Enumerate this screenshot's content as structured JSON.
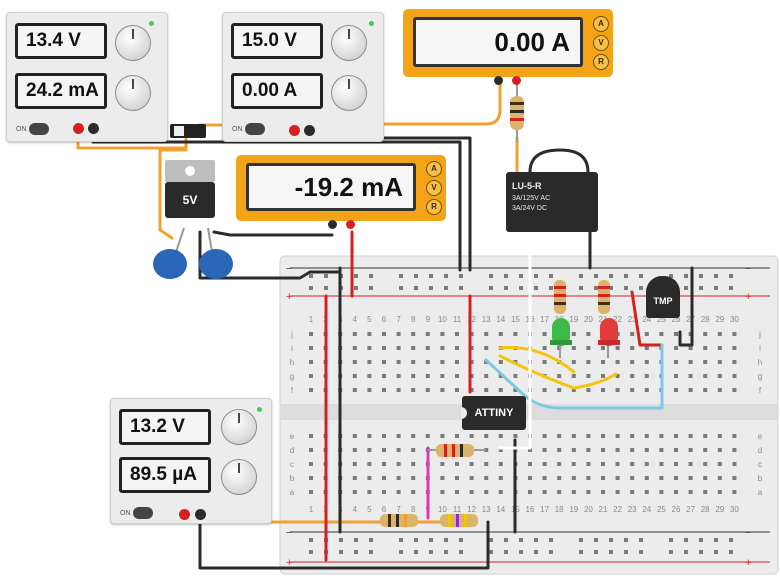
{
  "supply_top_left": {
    "voltage": "13.4 V",
    "current": "24.2 mA",
    "on_label": "ON"
  },
  "supply_top_mid": {
    "voltage": "15.0 V",
    "current": "0.00 A",
    "on_label": "ON"
  },
  "supply_bottom": {
    "voltage": "13.2 V",
    "current": "89.5 µA",
    "on_label": "ON"
  },
  "meter_top": {
    "reading": "0.00 A",
    "modes": [
      "A",
      "V",
      "R"
    ]
  },
  "meter_mid": {
    "reading": "-19.2 mA",
    "modes": [
      "A",
      "V",
      "R"
    ]
  },
  "regulator": {
    "label": "5V"
  },
  "relay": {
    "label": "LU-5-R",
    "rating1": "3A/125V AC",
    "rating2": "3A/24V  DC"
  },
  "microcontroller": {
    "label": "ATTINY"
  },
  "temp_sensor": {
    "label": "TMP"
  },
  "breadboard": {
    "col_numbers": [
      "1",
      "2",
      "3",
      "4",
      "5",
      "6",
      "7",
      "8",
      "9",
      "10",
      "11",
      "12",
      "13",
      "14",
      "15",
      "16",
      "17",
      "18",
      "19",
      "20",
      "21",
      "22",
      "23",
      "24",
      "25",
      "26",
      "27",
      "28",
      "29",
      "30"
    ],
    "row_letters_top": [
      "j",
      "i",
      "h",
      "g",
      "f"
    ],
    "row_letters_bottom": [
      "e",
      "d",
      "c",
      "b",
      "a"
    ]
  },
  "colors": {
    "wire_orange": "#f0a030",
    "wire_black": "#2b2b2b",
    "wire_red": "#d62020",
    "wire_blue": "#7ec8e3",
    "wire_yellow": "#f2c40f",
    "wire_magenta": "#d63bb0",
    "wire_white": "#ffffff",
    "meter_body": "#f2a416"
  }
}
